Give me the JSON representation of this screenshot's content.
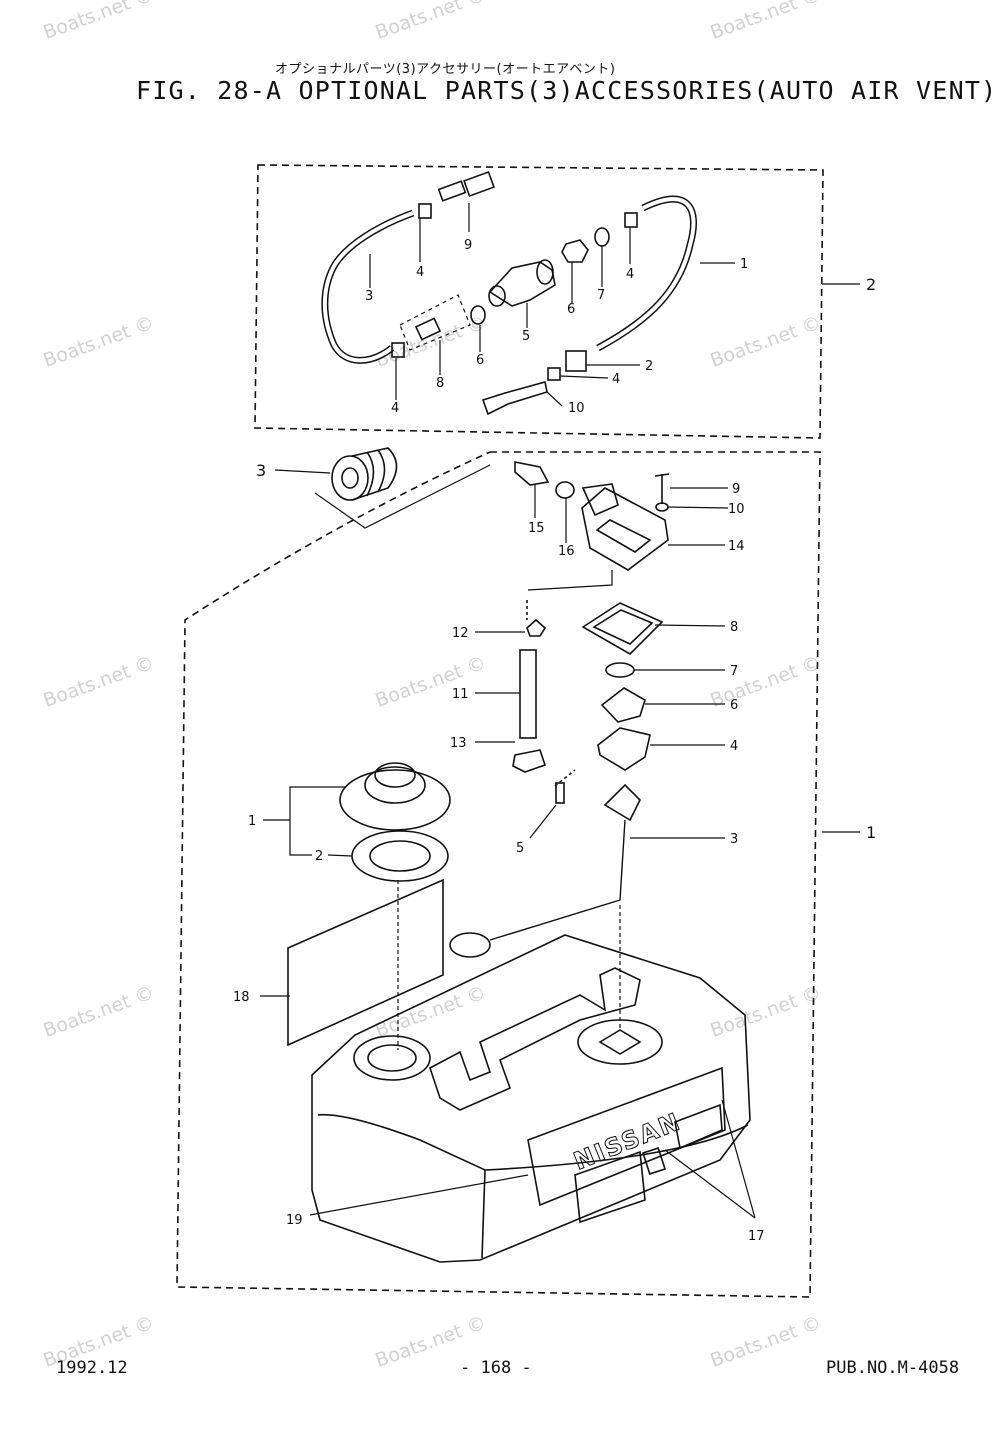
{
  "header": {
    "japanese_title": "オプショナルパーツ(3)アクセサリー(オートエアベント)",
    "title": "FIG. 28-A OPTIONAL PARTS(3)ACCESSORIES(AUTO AIR VENT)"
  },
  "footer": {
    "date": "1992.12",
    "page": "- 168 -",
    "publication": "PUB.NO.M-4058"
  },
  "watermark": "Boats.net ©",
  "tank_brand": "NISSAN",
  "callouts": {
    "hose_assembly": [
      "1",
      "2",
      "3",
      "4",
      "4",
      "4",
      "4",
      "5",
      "6",
      "6",
      "7",
      "8",
      "9",
      "10"
    ],
    "group_labels": [
      "2",
      "1"
    ],
    "tank_assembly": [
      "3",
      "9",
      "10",
      "14",
      "15",
      "16",
      "8",
      "12",
      "7",
      "11",
      "6",
      "13",
      "4",
      "5",
      "3",
      "1",
      "2",
      "18",
      "19",
      "17"
    ]
  }
}
